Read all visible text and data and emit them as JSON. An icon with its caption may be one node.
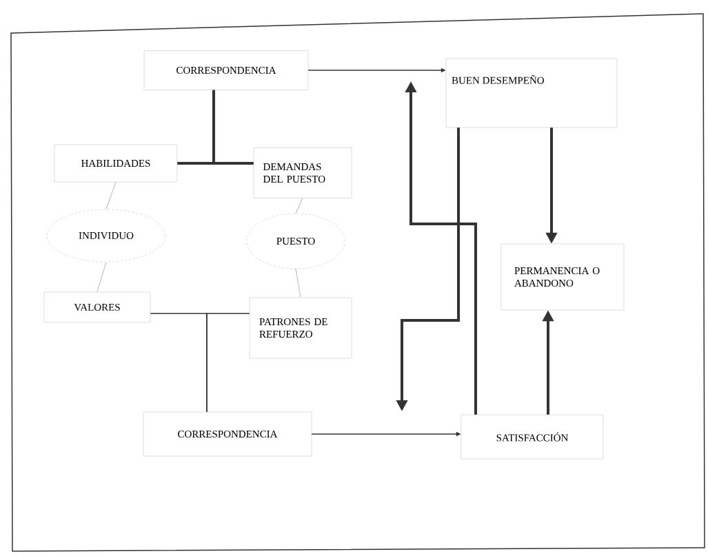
{
  "diagram": {
    "nodes": [
      {
        "text": [
          "CORRESPONDENCIA"
        ]
      },
      {
        "text": [
          "BUEN DESEMPEÑO"
        ]
      },
      {
        "text": [
          "HABILIDADES"
        ]
      },
      {
        "text": [
          "DEMANDAS DEL PUESTO"
        ]
      },
      {
        "text": [
          "INDIVIDUO"
        ]
      },
      {
        "text": [
          "PUESTO"
        ]
      },
      {
        "text": [
          "VALORES"
        ]
      },
      {
        "text": [
          "PATRONES DE REFUERZO"
        ]
      },
      {
        "text": [
          "PERMANENCIA O ABANDONO"
        ]
      },
      {
        "text": [
          "CORRESPONDENCIA"
        ]
      },
      {
        "text": [
          "SATISFACCIÓN"
        ]
      }
    ],
    "edges": [
      {
        "from": 2,
        "to": 0,
        "arrow": "none",
        "style": "thick"
      },
      {
        "from": 3,
        "to": 0,
        "arrow": "none",
        "style": "thick"
      },
      {
        "from": 0,
        "to": 1,
        "arrow": "to"
      },
      {
        "from": 2,
        "to": 4,
        "arrow": "none",
        "color": "#cccccc"
      },
      {
        "from": 6,
        "to": 4,
        "arrow": "to",
        "color": "#cccccc"
      },
      {
        "from": 3,
        "to": 5,
        "arrow": "none",
        "color": "#cccccc"
      },
      {
        "from": 5,
        "to": 7,
        "arrow": "none",
        "color": "#cccccc"
      },
      {
        "from": 6,
        "to": 9,
        "arrow": "none"
      },
      {
        "from": 7,
        "to": 9,
        "arrow": "none"
      },
      {
        "from": 9,
        "to": 10,
        "arrow": "to"
      },
      {
        "from": 1,
        "to": 8,
        "arrow": "to",
        "style": "thick"
      },
      {
        "from": 10,
        "to": 8,
        "arrow": "to",
        "style": "thick"
      },
      {
        "from": 1,
        "to": null,
        "arrow": "to",
        "style": "thick"
      },
      {
        "from": 10,
        "to": null,
        "arrow": "to",
        "style": "thick"
      }
    ]
  }
}
